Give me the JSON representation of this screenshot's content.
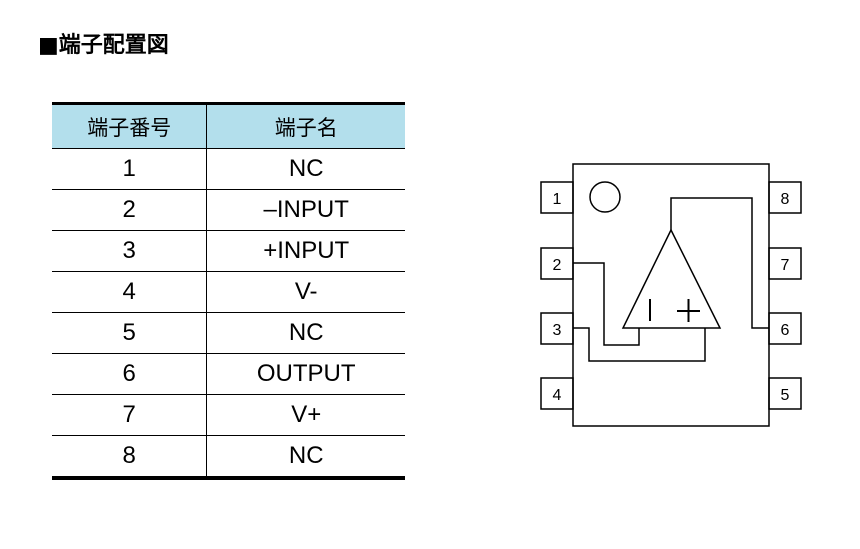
{
  "heading": "■端子配置図",
  "table": {
    "headers": [
      "端子番号",
      "端子名"
    ],
    "rows": [
      {
        "no": "1",
        "name": "NC"
      },
      {
        "no": "2",
        "name": "–INPUT"
      },
      {
        "no": "3",
        "name": "+INPUT"
      },
      {
        "no": "4",
        "name": "V-"
      },
      {
        "no": "5",
        "name": "NC"
      },
      {
        "no": "6",
        "name": "OUTPUT"
      },
      {
        "no": "7",
        "name": "V+"
      },
      {
        "no": "8",
        "name": "NC"
      }
    ]
  },
  "diagram": {
    "left_pins": [
      "1",
      "2",
      "3",
      "4"
    ],
    "right_pins": [
      "8",
      "7",
      "6",
      "5"
    ],
    "opamp_minus": "–",
    "opamp_plus": "+"
  },
  "colors": {
    "header_bg": "#b3dfec",
    "line": "#000000"
  }
}
